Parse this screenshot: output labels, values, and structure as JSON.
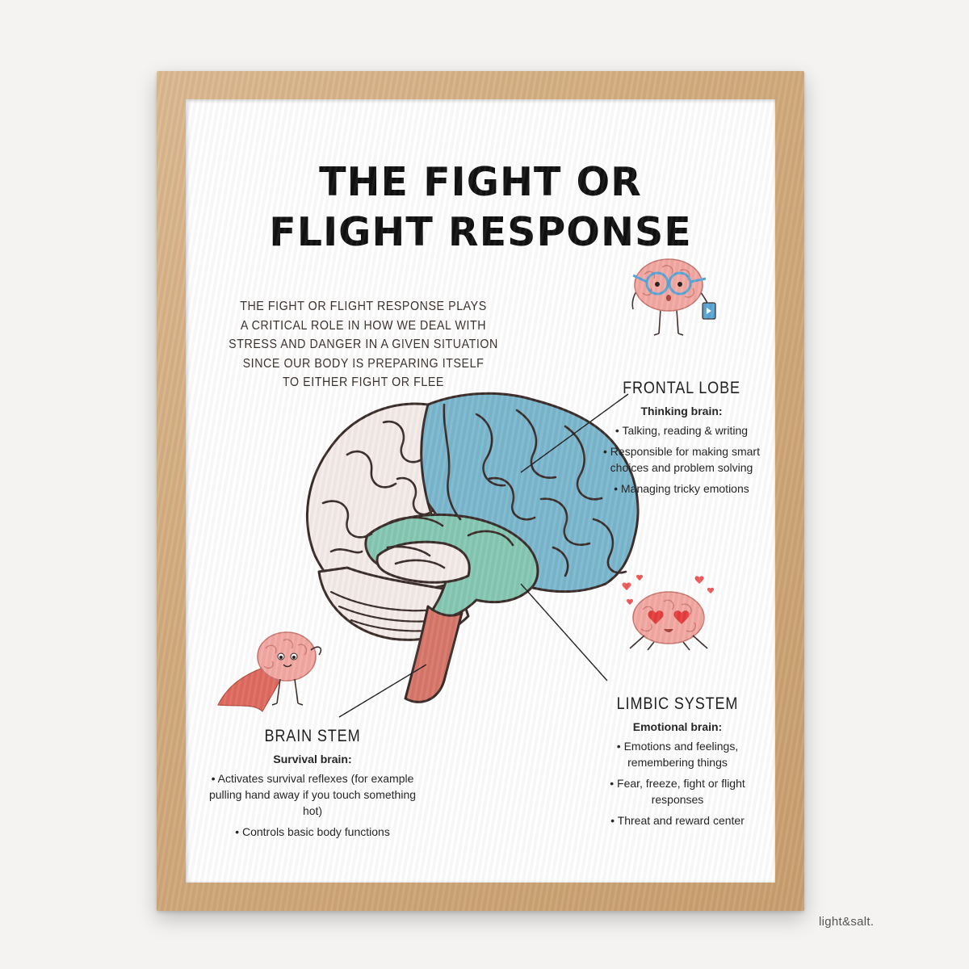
{
  "poster": {
    "title_lines": [
      "THE FIGHT OR",
      "FLIGHT RESPONSE"
    ],
    "intro_lines": [
      "THE FIGHT OR FLIGHT RESPONSE PLAYS",
      "A CRITICAL ROLE IN HOW WE DEAL WITH",
      "STRESS AND DANGER IN A GIVEN SITUATION",
      "SINCE OUR BODY IS PREPARING ITSELF",
      "TO EITHER FIGHT OR FLEE"
    ],
    "regions": {
      "frontal": {
        "name": "FRONTAL LOBE",
        "subtitle": "Thinking brain:",
        "points": [
          "Talking, reading & writing",
          "Responsible for making smart choices and problem solving",
          "Managing tricky emotions"
        ]
      },
      "limbic": {
        "name": "LIMBIC SYSTEM",
        "subtitle": "Emotional brain:",
        "points": [
          "Emotions and feelings, remembering things",
          "Fear, freeze, fight or flight responses",
          "Threat and reward center"
        ]
      },
      "stem": {
        "name": "BRAIN STEM",
        "subtitle": "Survival brain:",
        "points": [
          "Activates survival reflexes (for example pulling hand away if you touch something hot)",
          "Controls basic body functions"
        ]
      }
    }
  },
  "brand": {
    "watermark": "light&salt."
  },
  "colors": {
    "frontal": "#7cb8cf",
    "limbic": "#86c8b3",
    "stem": "#d9776b",
    "cerebrum_back": "#f5ecea",
    "character_pink": "#f3a9a3",
    "frame_wood": "#d2ab7d",
    "outline": "#3b2d29"
  },
  "icons": {
    "frontal_character": "brain-with-glasses-icon",
    "limbic_character": "brain-heart-eyes-icon",
    "stem_character": "brain-superhero-cape-icon"
  }
}
